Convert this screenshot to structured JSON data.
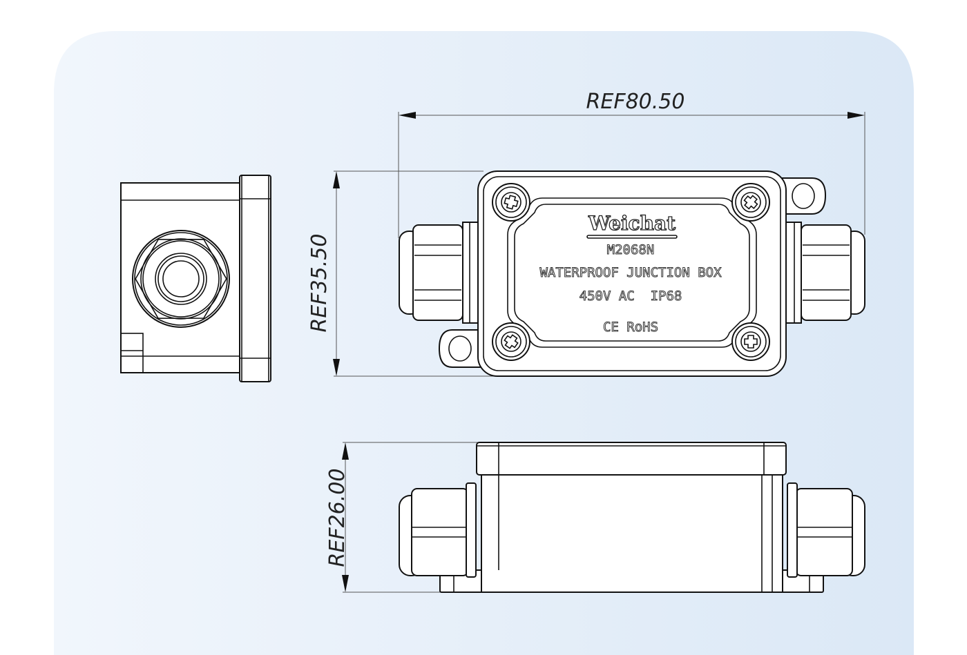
{
  "dimensions": {
    "width_label": "REF80.50",
    "height_label": "REF35.50",
    "depth_label": "REF26.00"
  },
  "label_plate": {
    "brand": "Weichat",
    "model": "M2068N",
    "product": "WATERPROOF JUNCTION BOX",
    "rating": "450V AC  IP68",
    "certs": "CE RoHS"
  },
  "colors": {
    "panel_left": "#f0f5fc",
    "panel_right": "#dce8f6",
    "line": "#111111"
  }
}
